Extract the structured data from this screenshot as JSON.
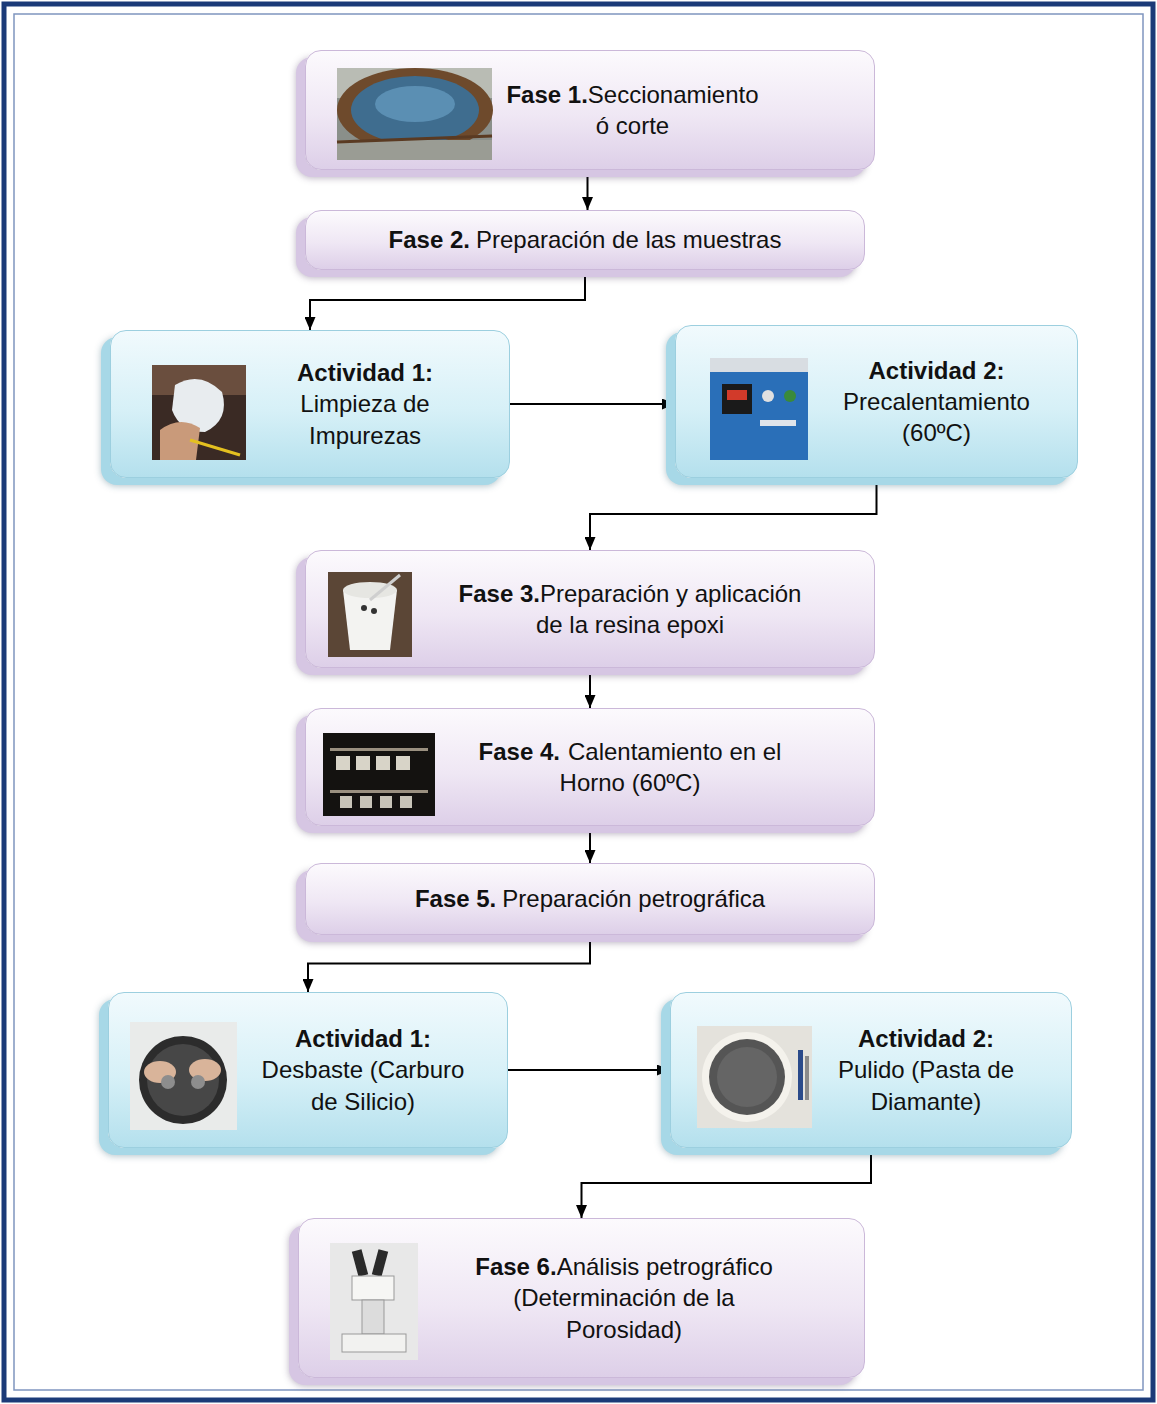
{
  "diagram": {
    "nodes": [
      {
        "text": [
          "Fase 1.",
          "Seccionamiento ó corte"
        ]
      },
      {
        "text": [
          "Fase 2.",
          "Preparación de las muestras"
        ]
      },
      {
        "text": [
          "Actividad 1:",
          "Limpieza de Impurezas"
        ]
      },
      {
        "text": [
          "Actividad 2:",
          "Precalentamiento (60ºC)"
        ]
      },
      {
        "text": [
          "Fase 3.",
          "Preparación y aplicación de la resina epoxi"
        ]
      },
      {
        "text": [
          "Fase 4.",
          "Calentamiento en el Horno (60ºC)"
        ]
      },
      {
        "text": [
          "Fase 5.",
          "Preparación petrográfica"
        ]
      },
      {
        "text": [
          "Actividad 1:",
          "Desbaste (Carburo de Silicio)"
        ]
      },
      {
        "text": [
          "Actividad 2:",
          "Pulido (Pasta de Diamante)"
        ]
      },
      {
        "text": [
          "Fase 6.",
          "Análisis petrográfico (Determinación de la Porosidad)"
        ]
      }
    ],
    "edges": [
      {
        "from": 0,
        "to": 1,
        "arrow": "to"
      },
      {
        "from": 1,
        "to": 2,
        "arrow": "to"
      },
      {
        "from": 2,
        "to": 3,
        "arrow": "to"
      },
      {
        "from": 3,
        "to": 4,
        "arrow": "to"
      },
      {
        "from": 4,
        "to": 5,
        "arrow": "to"
      },
      {
        "from": 5,
        "to": 6,
        "arrow": "to"
      },
      {
        "from": 6,
        "to": 7,
        "arrow": "to"
      },
      {
        "from": 7,
        "to": 8,
        "arrow": "to"
      },
      {
        "from": 8,
        "to": 9,
        "arrow": "to"
      }
    ]
  }
}
